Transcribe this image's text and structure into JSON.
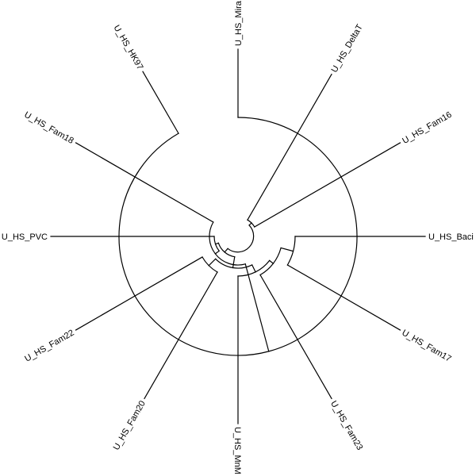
{
  "tree": {
    "type": "circular-phylogram",
    "leaves": [
      {
        "id": "mira",
        "label": "U_HS_Mira",
        "angle_deg": -90
      },
      {
        "id": "deltat",
        "label": "U_HS_DeltaT",
        "angle_deg": -60
      },
      {
        "id": "fam16",
        "label": "U_HS_Fam16",
        "angle_deg": -30
      },
      {
        "id": "baci",
        "label": "U_HS_Baci",
        "angle_deg": 0
      },
      {
        "id": "fam17",
        "label": "U_HS_Fam17",
        "angle_deg": 30
      },
      {
        "id": "fam23",
        "label": "U_HS_Fam23",
        "angle_deg": 60
      },
      {
        "id": "mnm",
        "label": "U_HS_MnM",
        "angle_deg": 90
      },
      {
        "id": "fam20",
        "label": "U_HS_Fam20",
        "angle_deg": 120
      },
      {
        "id": "fam22",
        "label": "U_HS_Fam22",
        "angle_deg": 150
      },
      {
        "id": "pvc",
        "label": "U_HS_PVC",
        "angle_deg": 180
      },
      {
        "id": "fam18",
        "label": "U_HS_Fam18",
        "angle_deg": 210
      },
      {
        "id": "hk97",
        "label": "U_HS_HK97",
        "angle_deg": 240
      }
    ],
    "line_color": "#000000"
  }
}
